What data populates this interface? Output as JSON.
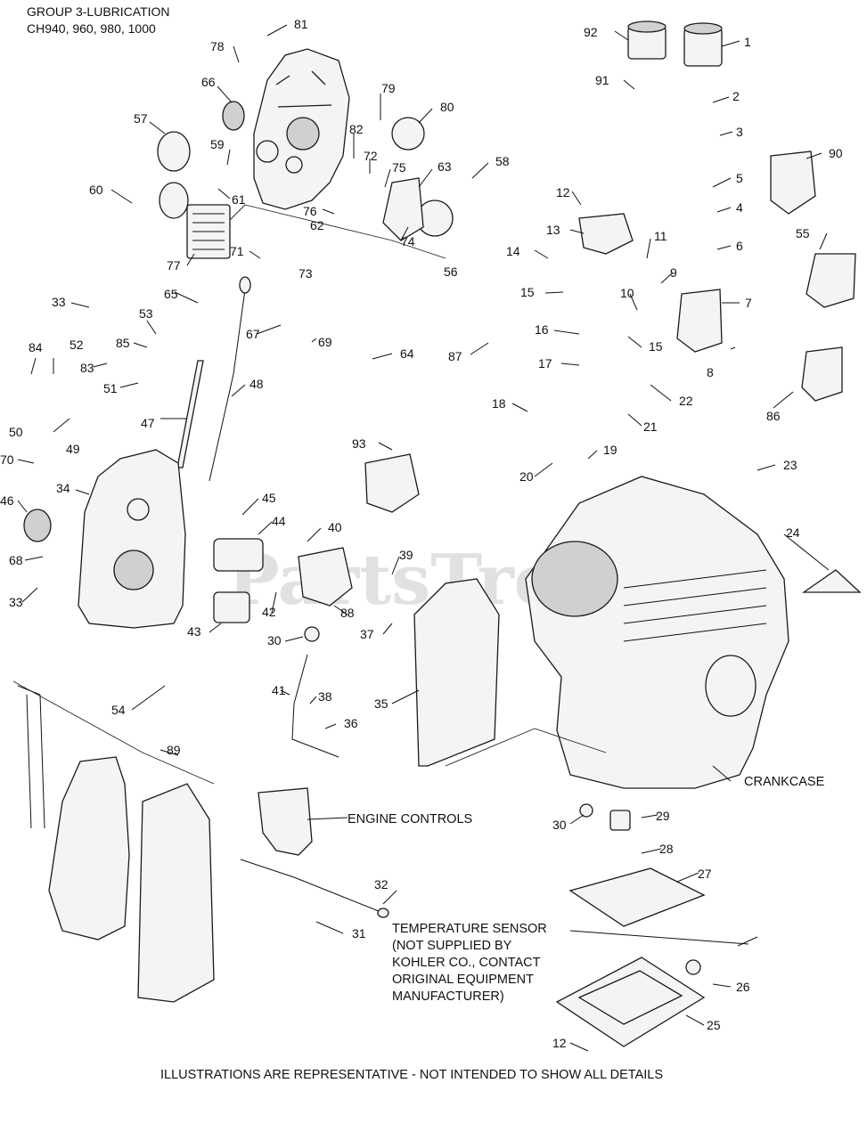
{
  "header": {
    "title": "GROUP 3-LUBRICATION",
    "models": "CH940, 960, 980, 1000"
  },
  "watermark": "PartsTree",
  "footer": {
    "note": "ILLUSTRATIONS ARE REPRESENTATIVE - NOT INTENDED TO SHOW ALL DETAILS"
  },
  "labels": {
    "crankcase": "CRANKCASE",
    "engine_controls": "ENGINE CONTROLS",
    "temp_sensor": [
      "TEMPERATURE SENSOR",
      "(NOT SUPPLIED BY",
      "KOHLER CO., CONTACT",
      "ORIGINAL EQUIPMENT",
      "MANUFACTURER)"
    ]
  },
  "callouts": [
    "81",
    "78",
    "79",
    "66",
    "80",
    "57",
    "82",
    "72",
    "75",
    "63",
    "59",
    "58",
    "60",
    "61",
    "76",
    "62",
    "74",
    "56",
    "77",
    "71",
    "73",
    "92",
    "1",
    "91",
    "2",
    "3",
    "90",
    "5",
    "4",
    "6",
    "55",
    "12",
    "13",
    "11",
    "14",
    "9",
    "15",
    "10",
    "7",
    "8",
    "86",
    "33",
    "65",
    "53",
    "85",
    "84",
    "52",
    "83",
    "51",
    "67",
    "69",
    "64",
    "87",
    "16",
    "15",
    "17",
    "48",
    "22",
    "21",
    "18",
    "47",
    "50",
    "49",
    "93",
    "19",
    "20",
    "23",
    "70",
    "34",
    "46",
    "45",
    "44",
    "40",
    "24",
    "68",
    "39",
    "33",
    "42",
    "88",
    "43",
    "37",
    "30",
    "41",
    "38",
    "36",
    "35",
    "54",
    "89",
    "32",
    "31",
    "30",
    "29",
    "28",
    "27",
    "26",
    "25",
    "12"
  ]
}
